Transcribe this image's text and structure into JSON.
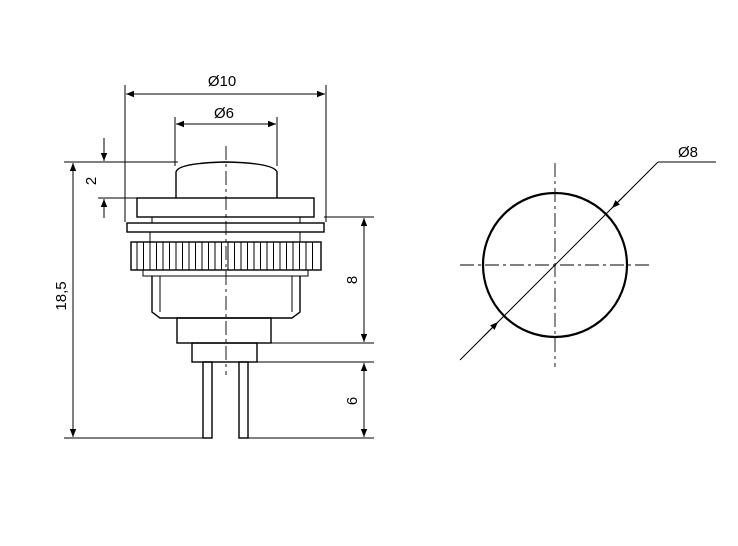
{
  "dimensions": {
    "outer_diameter": "Ø10",
    "inner_diameter": "Ø6",
    "cap_height": "2",
    "total_height": "18,5",
    "body_height": "8",
    "pin_length": "6",
    "panel_hole_diameter": "Ø8"
  }
}
